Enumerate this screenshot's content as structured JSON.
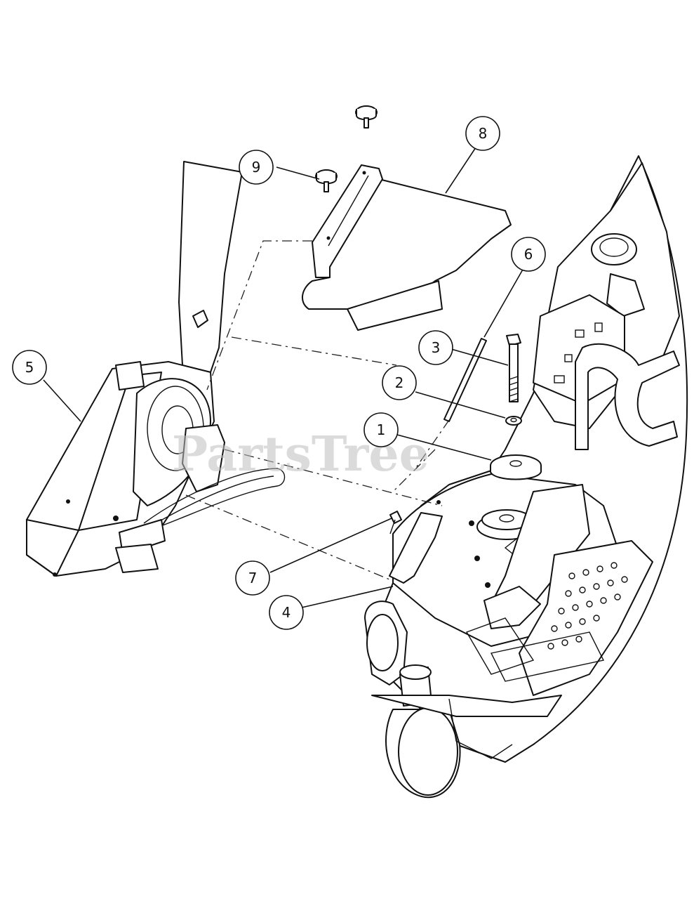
{
  "watermark": "PartsTree",
  "callouts": [
    {
      "id": "1",
      "label": "1"
    },
    {
      "id": "2",
      "label": "2"
    },
    {
      "id": "3",
      "label": "3"
    },
    {
      "id": "4",
      "label": "4"
    },
    {
      "id": "5",
      "label": "5"
    },
    {
      "id": "6",
      "label": "6"
    },
    {
      "id": "7",
      "label": "7"
    },
    {
      "id": "8",
      "label": "8"
    },
    {
      "id": "9",
      "label": "9"
    }
  ],
  "colors": {
    "line": "#111111",
    "watermark": "#bdbdbd",
    "background": "#ffffff"
  }
}
